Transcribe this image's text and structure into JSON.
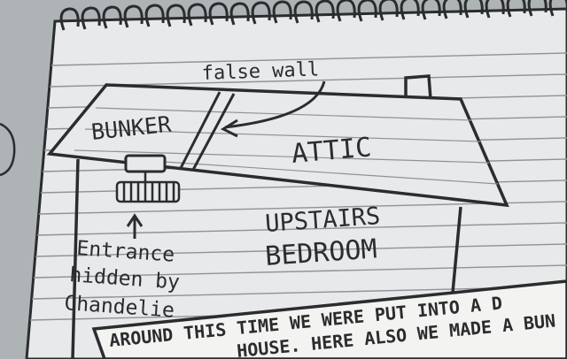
{
  "labels": {
    "false_wall": "false wall",
    "bunker": "BUNKER",
    "attic": "ATTIC",
    "upstairs": "UPSTAIRS",
    "bedroom": "BEDROOM",
    "entrance_line1": "Entrance",
    "entrance_line2": "hidden by",
    "entrance_line3": "Chandelie"
  },
  "caption": {
    "line1": "AROUND THIS TIME WE WERE PUT INTO A D",
    "line2": "HOUSE. HERE ALSO WE MADE A BUN"
  },
  "colors": {
    "background": "#aeb3b6",
    "paper": "#e7e9ea",
    "ink": "#2a2c2e",
    "lines": "#8e9396",
    "caption_box": "#f3f3f1"
  }
}
